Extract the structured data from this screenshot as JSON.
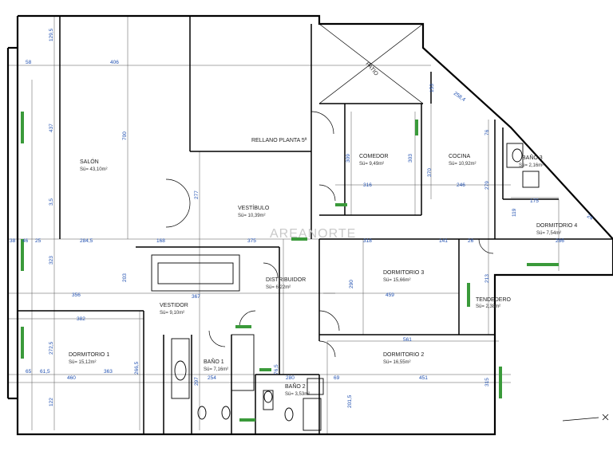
{
  "rooms": [
    {
      "id": "salon",
      "label": "SALÓN",
      "area": "Sü= 43,10m²"
    },
    {
      "id": "rellano",
      "label": "RELLANO PLANTA 5ª",
      "area": ""
    },
    {
      "id": "comedor",
      "label": "COMEDOR",
      "area": "Sü= 9,49m²"
    },
    {
      "id": "cocina",
      "label": "COCINA",
      "area": "Sü= 10,92m²"
    },
    {
      "id": "bano3",
      "label": "BAÑO 3",
      "area": "Sü= 2,16m²"
    },
    {
      "id": "vestibulo",
      "label": "VESTÍBULO",
      "area": "Sü= 10,39m²"
    },
    {
      "id": "dormitorio4",
      "label": "DORMITORIO 4",
      "area": "Sü= 7,54m²"
    },
    {
      "id": "distribuidor",
      "label": "DISTRIBUIDOR",
      "area": "Sü= 6,22m²"
    },
    {
      "id": "dormitorio3",
      "label": "DORMITORIO 3",
      "area": "Sü= 15,66m²"
    },
    {
      "id": "vestidor",
      "label": "VESTIDOR",
      "area": "Sü= 9,10m²"
    },
    {
      "id": "tendedero",
      "label": "TENDEDERO",
      "area": "Sü= 2,38m²"
    },
    {
      "id": "dormitorio1",
      "label": "DORMITORIO 1",
      "area": "Sü= 15,12m²"
    },
    {
      "id": "bano1",
      "label": "BAÑO 1",
      "area": "Sü= 7,16m²"
    },
    {
      "id": "dormitorio2",
      "label": "DORMITORIO 2",
      "area": "Sü= 16,55m²"
    },
    {
      "id": "bano2",
      "label": "BAÑO 2",
      "area": "Sü= 3,53m²"
    },
    {
      "id": "patio",
      "label": "PATIO",
      "area": ""
    }
  ],
  "dimensions": [
    "129,5",
    "58",
    "406",
    "437",
    "700",
    "3,5",
    "38",
    "46",
    "25",
    "284,5",
    "168",
    "375",
    "323",
    "203",
    "356",
    "382",
    "272,5",
    "65",
    "61,5",
    "460",
    "363",
    "266,5",
    "122",
    "277",
    "367",
    "309",
    "316",
    "303",
    "246",
    "153",
    "258,4",
    "76",
    "175",
    "119",
    "286",
    "24",
    "26",
    "141",
    "318",
    "290",
    "459",
    "561",
    "451",
    "254",
    "297",
    "76,5",
    "280",
    "69",
    "201,5",
    "315",
    "213",
    "279",
    "370"
  ],
  "watermark": "AREANORTE"
}
